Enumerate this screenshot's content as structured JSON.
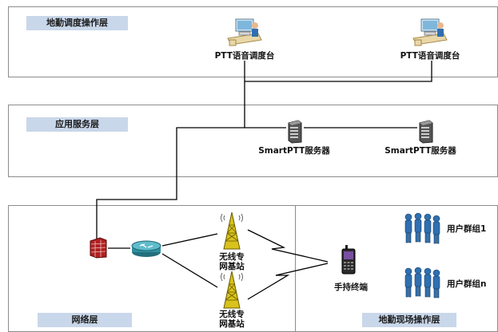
{
  "layers": {
    "dispatch": {
      "label": "地勤调度操作层"
    },
    "service": {
      "label": "应用服务层"
    },
    "network": {
      "label": "网络层"
    },
    "field": {
      "label": "地勤现场操作层"
    }
  },
  "nodes": {
    "console_1": {
      "label": "PTT语音调度台",
      "icon": "dispatcher-console-icon"
    },
    "console_2": {
      "label": "PTT语音调度台",
      "icon": "dispatcher-console-icon"
    },
    "server_1": {
      "label": "SmartPTT服务器",
      "icon": "server-icon"
    },
    "server_2": {
      "label": "SmartPTT服务器",
      "icon": "server-icon"
    },
    "firewall": {
      "icon": "firewall-icon"
    },
    "router": {
      "icon": "router-icon"
    },
    "base_1": {
      "line1": "无线专",
      "line2": "网基站",
      "icon": "radio-tower-icon"
    },
    "base_2": {
      "line1": "无线专",
      "line2": "网基站",
      "icon": "radio-tower-icon"
    },
    "handheld": {
      "label": "手持终端",
      "icon": "handheld-terminal-icon"
    },
    "group_1": {
      "label": "用户群组1",
      "icon": "user-group-icon"
    },
    "group_n": {
      "label": "用户群组n",
      "icon": "user-group-icon"
    }
  },
  "colors": {
    "layer_border": "#8c8c8c",
    "tag_fill": "#c9d7ea",
    "wire": "#000000",
    "tower": "#d8c21c",
    "router": "#2f8f9f",
    "firewall": "#b02020",
    "person": "#2f6fb0"
  }
}
